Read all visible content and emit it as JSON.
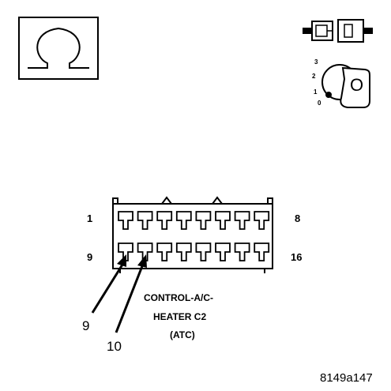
{
  "ohmmeter_symbol": "Ω",
  "icons": {
    "ohmmeter": "ohm-symbol-icon",
    "disconnected_connector": "disconnected-connector-icon",
    "ignition_key": "ignition-key-off-icon"
  },
  "ignition": {
    "positions": [
      "3",
      "2",
      "1",
      "0"
    ],
    "key_letter": "O"
  },
  "connector": {
    "name_lines": [
      "CONTROL-A/C-",
      "HEATER C2",
      "(ATC)"
    ],
    "pin_labels": {
      "top_left": "1",
      "top_right": "8",
      "bottom_left": "9",
      "bottom_right": "16"
    },
    "rows": 2,
    "pins_per_row": 8,
    "probe_pins": [
      "9",
      "10"
    ]
  },
  "figure_id": "8149a147"
}
